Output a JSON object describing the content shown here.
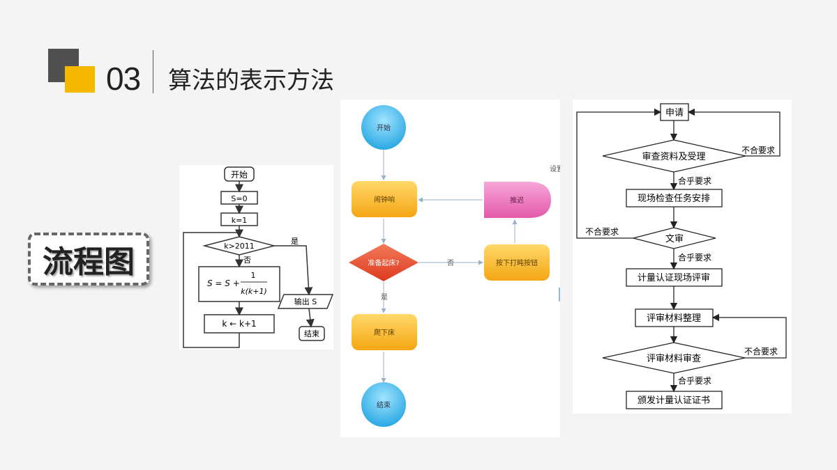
{
  "header": {
    "number": "03",
    "title": "算法的表示方法"
  },
  "tag": {
    "label": "流程图"
  },
  "left_flow": {
    "start": "开始",
    "init_s": "S=0",
    "init_k": "k=1",
    "cond": "k>2011",
    "yes": "是",
    "no": "否",
    "formula_lhs": "S = S +",
    "formula_num": "1",
    "formula_den": "k(k+1)",
    "increment": "k ← k+1",
    "output": "输出 S",
    "end": "结束"
  },
  "mid_flow": {
    "start": "开始",
    "alarm": "闹钟响",
    "decision": "准备起床?",
    "no": "否",
    "snooze_btn": "按下打盹按钮",
    "delay": "推迟",
    "side_text": "设置",
    "yes": "是",
    "get_up": "爬下床",
    "end": "结束"
  },
  "right_flow": {
    "apply": "申请",
    "review": "审查资料及受理",
    "not_ok_1": "不合要求",
    "ok_1": "合乎要求",
    "onsite_plan": "现场检查任务安排",
    "not_ok_2": "不合要求",
    "doc_review": "文审",
    "ok_2": "合乎要求",
    "onsite_eval": "计量认证现场评审",
    "organize": "评审材料整理",
    "check": "评审材料审查",
    "not_ok_3": "不合要求",
    "ok_3": "合乎要求",
    "issue": "颁发计量认证证书"
  },
  "colors": {
    "accent": "#f5b800",
    "dark": "#505050",
    "blue": "#3ab6ea",
    "orange": "#f9b21f",
    "red": "#e8452c",
    "pink": "#ea6fb7"
  }
}
